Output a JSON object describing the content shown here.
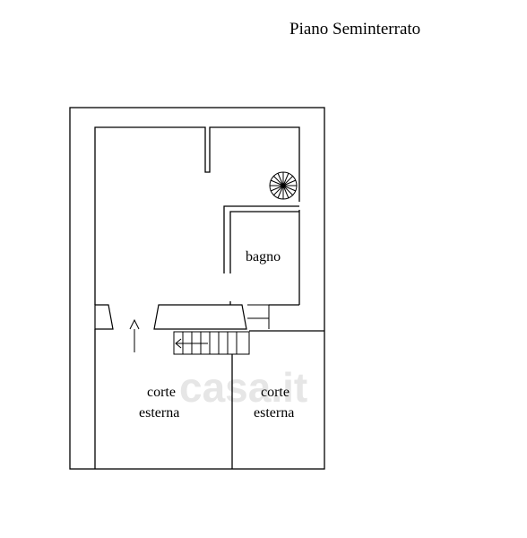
{
  "title": "Piano Seminterrato",
  "rooms": {
    "bagno": "bagno",
    "corte_left_line1": "corte",
    "corte_left_line2": "esterna",
    "corte_right_line1": "corte",
    "corte_right_line2": "esterna"
  },
  "watermark": "casa.it",
  "colors": {
    "ink": "#000000",
    "background": "#ffffff",
    "watermark": "#e6e6e6"
  },
  "icons": {
    "spiral_stair": "spiral-staircase-icon",
    "direction_arrow": "up-arrow-icon"
  }
}
